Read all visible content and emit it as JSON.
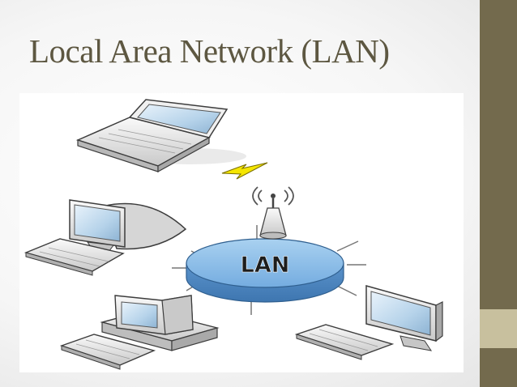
{
  "slide": {
    "title": "Local Area Network (LAN)"
  },
  "diagram": {
    "hub_label": "LAN",
    "nodes": [
      "laptop",
      "desktop-monitor",
      "desktop-computer",
      "flat-monitor"
    ],
    "links": [
      "wireless-link",
      "access-point"
    ]
  },
  "colors": {
    "side_bar": "#736a4d",
    "side_accent": "#c8c09e",
    "title_text": "#5d5741",
    "hub_fill": "#8cbfe7",
    "lightning": "#f5e600"
  }
}
